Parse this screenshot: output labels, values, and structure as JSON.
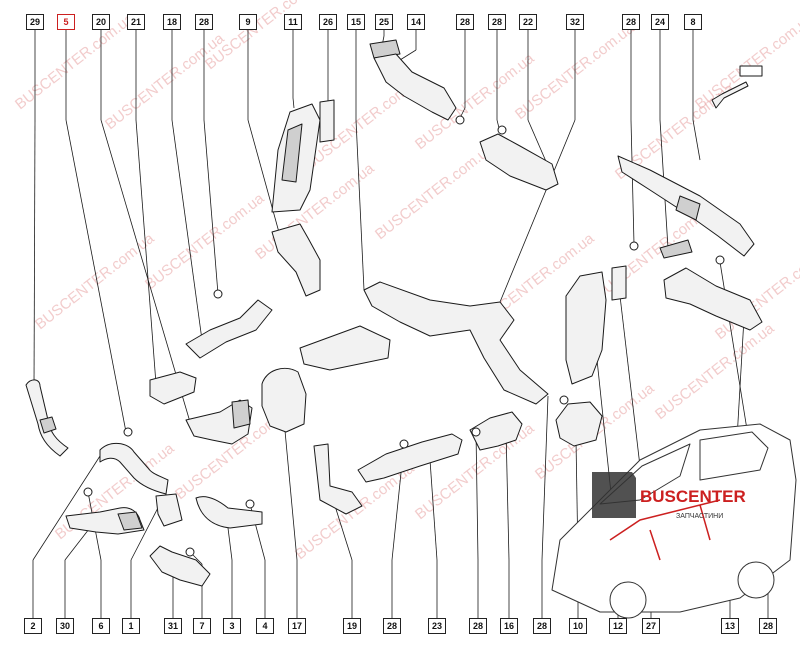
{
  "top_callouts": [
    {
      "id": "29",
      "highlight": false
    },
    {
      "id": "5",
      "highlight": true
    },
    {
      "id": "20",
      "highlight": false
    },
    {
      "id": "21",
      "highlight": false
    },
    {
      "id": "18",
      "highlight": false
    },
    {
      "id": "28",
      "highlight": false
    },
    {
      "id": "9",
      "highlight": false
    },
    {
      "id": "11",
      "highlight": false
    },
    {
      "id": "26",
      "highlight": false
    },
    {
      "id": "15",
      "highlight": false
    },
    {
      "id": "25",
      "highlight": false
    },
    {
      "id": "14",
      "highlight": false
    },
    {
      "id": "28",
      "highlight": false
    },
    {
      "id": "28",
      "highlight": false
    },
    {
      "id": "22",
      "highlight": false
    },
    {
      "id": "32",
      "highlight": false
    },
    {
      "id": "28",
      "highlight": false
    },
    {
      "id": "24",
      "highlight": false
    },
    {
      "id": "8",
      "highlight": false
    }
  ],
  "bottom_callouts": [
    {
      "id": "2"
    },
    {
      "id": "30"
    },
    {
      "id": "6"
    },
    {
      "id": "1"
    },
    {
      "id": "31"
    },
    {
      "id": "7"
    },
    {
      "id": "3"
    },
    {
      "id": "4"
    },
    {
      "id": "17"
    },
    {
      "id": "19"
    },
    {
      "id": "28"
    },
    {
      "id": "23"
    },
    {
      "id": "28"
    },
    {
      "id": "16"
    },
    {
      "id": "28"
    },
    {
      "id": "10"
    },
    {
      "id": "12"
    },
    {
      "id": "27"
    },
    {
      "id": "13"
    },
    {
      "id": "28"
    }
  ],
  "watermark_text": "BUSCENTER.com.ua",
  "logo": {
    "name": "BUSCENTER",
    "tagline": "ЗАПЧАСТИНИ"
  },
  "colors": {
    "line": "#1a1a1a",
    "part_fill": "#f2f2f2",
    "part_shade": "#cfcfcf",
    "watermark": "#e8a3a3",
    "logo_red": "#cc2020",
    "logo_dark": "#333333"
  }
}
